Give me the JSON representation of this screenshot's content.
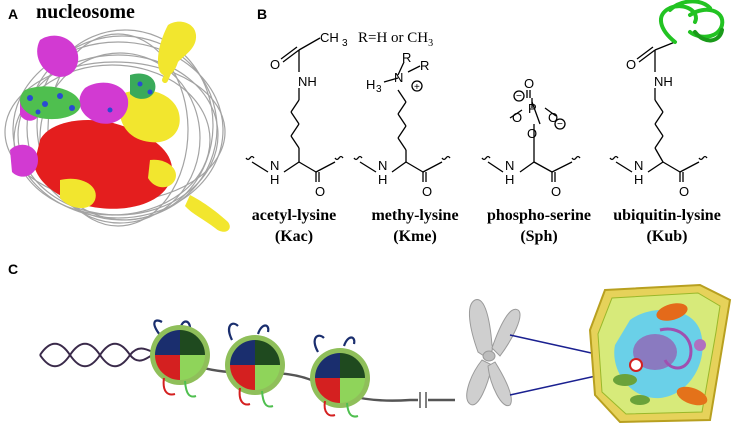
{
  "panel_a": {
    "letter": "A",
    "title": "nucleosome"
  },
  "panel_b": {
    "letter": "B",
    "r_note": "R=H or CH",
    "r_note_sub": "3",
    "atoms": {
      "o": "O",
      "nh": "NH",
      "n": "N",
      "h": "H",
      "ch3": "CH",
      "sub3": "3",
      "h3c": "H",
      "r": "R",
      "p": "P",
      "plus": "+",
      "minus": "−"
    },
    "structures": [
      {
        "name": "acetyl-lysine",
        "abbr": "(Kac)"
      },
      {
        "name": "methy-lysine",
        "abbr": "(Kme)"
      },
      {
        "name": "phospho-serine",
        "abbr": "(Sph)"
      },
      {
        "name": "ubiquitin-lysine",
        "abbr": "(Kub)"
      }
    ]
  },
  "panel_c": {
    "letter": "C"
  },
  "colors": {
    "histone_dark_blue": "#1a2e6e",
    "histone_dark_green": "#1f4a1f",
    "histone_red": "#d42020",
    "histone_light_green": "#8fd45a",
    "nucleosome_green": "#8fbf5a",
    "dna_purple": "#3a2a4a",
    "ubiquitin_green": "#22c322",
    "surface_magenta": "#d23ad2",
    "surface_yellow": "#f2e62e",
    "surface_red": "#e41e1e"
  }
}
